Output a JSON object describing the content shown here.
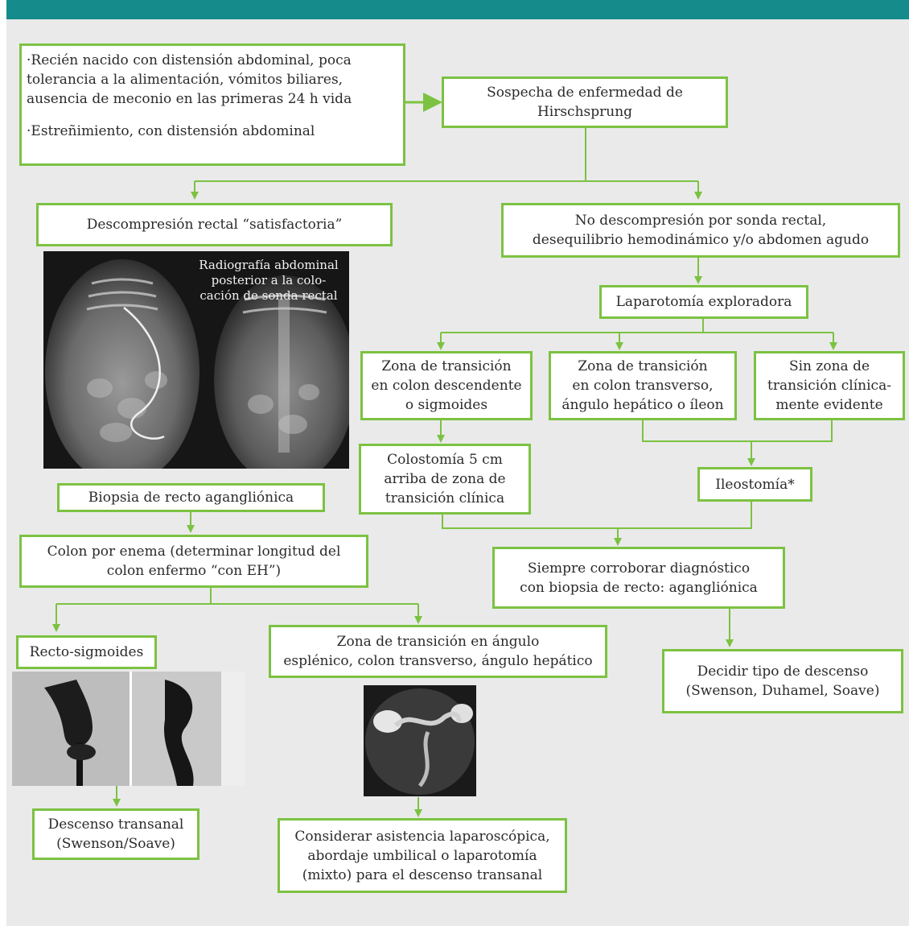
{
  "colors": {
    "header_bar": "#168b8b",
    "box_border": "#7cc242",
    "arrow": "#7cc242",
    "background": "#eaeaea"
  },
  "nodes": {
    "symptoms_1": "·Recién nacido con distensión abdominal, poca tolerancia a la alimentación, vómitos biliares, ausencia de meconio en las primeras 24 h vida",
    "symptoms_2": "·Estreñimiento, con distensión abdominal",
    "suspicion": "Sospecha de enfermedad de Hirschsprung",
    "decompression_ok": "Descompresión rectal “satisfactoria”",
    "no_decompression": "No descompresión por sonda rectal,\ndesequilibrio hemodinámico y/o abdomen agudo",
    "laparotomy": "Laparotomía exploradora",
    "zone_descending": "Zona de transición\nen colon descendente\no sigmoides",
    "zone_transverse": "Zona de transición\nen colon transverso,\nángulo hepático o íleon",
    "no_zone": "Sin zona de\ntransición clínica-\nmente evidente",
    "colostomy": "Colostomía 5 cm\narriba de zona de\ntransición clínica",
    "ileostomy": "Ileostomía*",
    "biopsy": "Biopsia de recto agangliónica",
    "enema": "Colon por enema (determinar longitud del\ncolon enfermo “con EH”)",
    "corroborate": "Siempre corroborar diagnóstico\ncon biopsia de recto: agangliónica",
    "rectosigmoid": "Recto-sigmoides",
    "zone_splenic": "Zona de transición en ángulo\nesplénico, colon transverso, ángulo hepático",
    "decide_descent": "Decidir tipo de descenso\n(Swenson, Duhamel, Soave)",
    "transanal": "Descenso transanal\n(Swenson/Soave)",
    "consider": "Considerar asistencia laparoscópica,\nabordaje umbilical o laparotomía\n(mixto) para el descenso transanal"
  },
  "images": {
    "xray_caption": "Radiografía abdominal\nposterior a la colo-\ncación de sonda rectal"
  }
}
